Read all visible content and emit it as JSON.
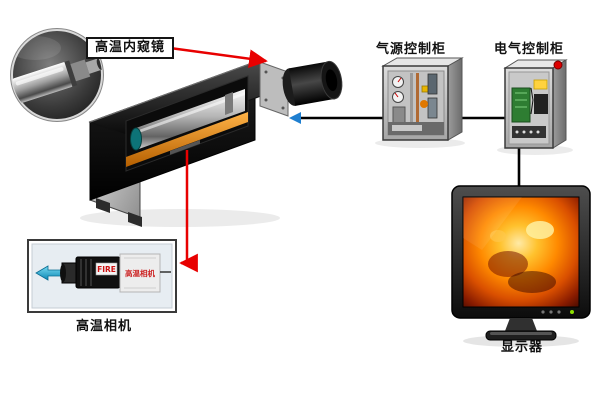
{
  "diagram": {
    "endoscope_label": "高温内窥镜",
    "air_cabinet_label": "气源控制柜",
    "electric_cabinet_label": "电气控制柜",
    "camera_label": "高温相机",
    "monitor_label": "显示器",
    "camera_body_text": "FIRE",
    "camera_unit_text": "高温相机"
  },
  "colors": {
    "connector_red": "#e80000",
    "connector_black": "#000000",
    "arrow_blue": "#1f7fd0",
    "arrow_cyan": "#2fb6dc",
    "furnace_orange": "#ff8a00"
  }
}
